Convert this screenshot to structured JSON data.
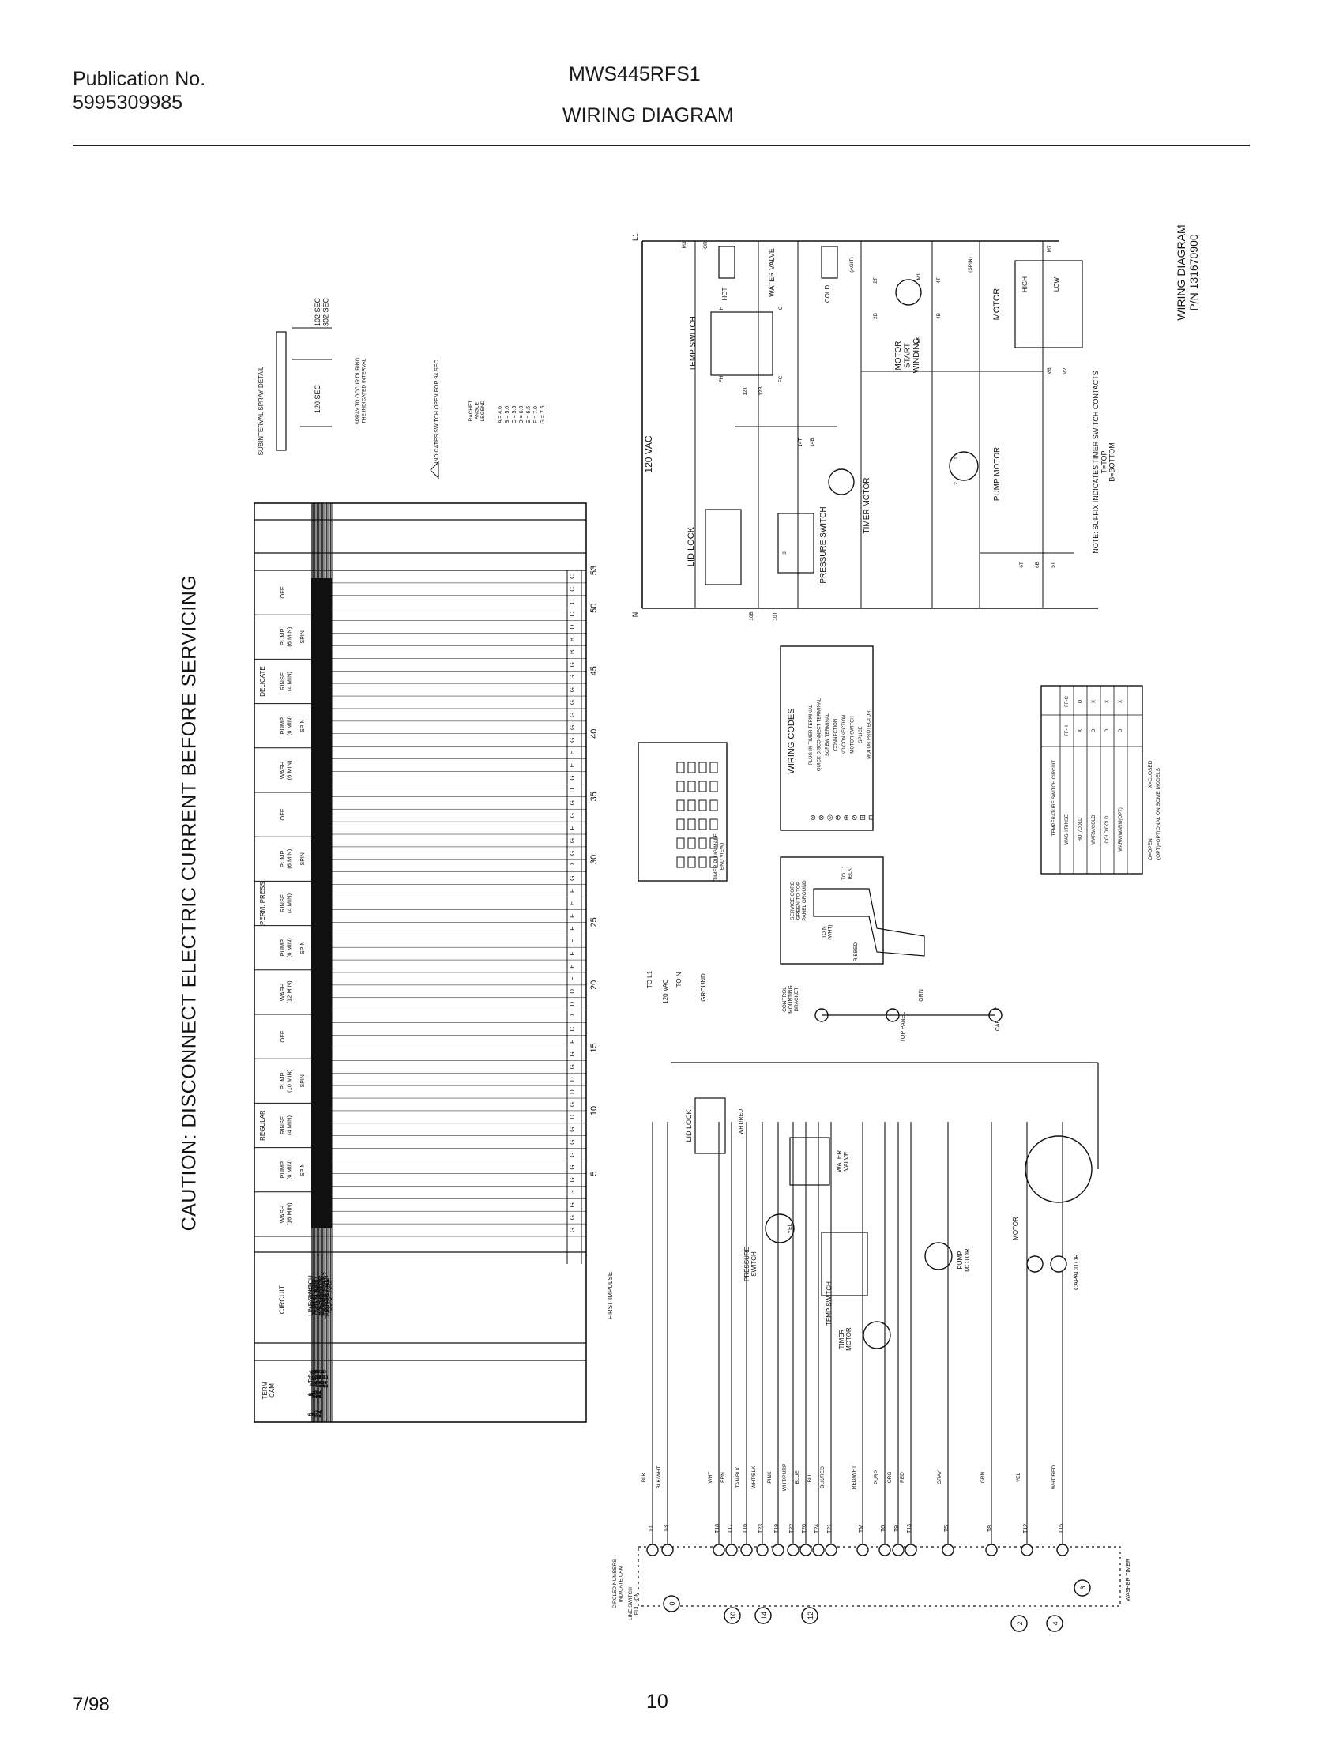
{
  "header": {
    "publication_label": "Publication No.",
    "publication_number": "5995309985",
    "model": "MWS445RFS1",
    "title": "WIRING DIAGRAM"
  },
  "caution": "CAUTION: DISCONNECT ELECTRIC CURRENT BEFORE SERVICING",
  "diagram_title": [
    "WIRING DIAGRAM",
    "P/N 131670900"
  ],
  "spray_detail": {
    "title": "SUBINTERVAL SPRAY DETAIL",
    "times": [
      "102 SEC",
      "302 SEC",
      "120 SEC"
    ],
    "note": [
      "SPRAY TO OCCUR DURING",
      "THE INDICATED INTERVAL"
    ]
  },
  "indicator_note": "INDICATES SWITCH OPEN FOR 94 SEC.",
  "ratchet": {
    "title": [
      "RACHET",
      "ANGLE",
      "LEGEND"
    ],
    "entries": [
      "A = 4.6",
      "B = 5.0",
      "C = 5.5",
      "D = 6.0",
      "E = 6.5",
      "F = 7.0",
      "G = 7.5"
    ]
  },
  "timer_chart": {
    "term_header": [
      "TERM",
      "CAM"
    ],
    "circuit_header": "CIRCUIT",
    "rows": [
      {
        "cam": "0",
        "term": "1",
        "terms": "T  3",
        "circuit": "LINE SWITCH"
      },
      {
        "cam": "2",
        "term": "5",
        "terms": "12 T  6",
        "circuit": "MASTER"
      },
      {
        "cam": "4",
        "term": "8",
        "terms": "6 B  6",
        "circuit": "SPIN DIR"
      },
      {
        "cam": "6",
        "term": "16",
        "terms": "12 T  6",
        "circuit": "AGITATE DIR"
      },
      {
        "cam": "8",
        "term": "16",
        "terms": "13 T  B",
        "circuit": "AGITATE DIR"
      },
      {
        "cam": "10",
        "term": "17",
        "terms": "12 B  6",
        "circuit": "SPIN DIR"
      },
      {
        "cam": "12",
        "term": "22",
        "terms": "15 B  T",
        "circuit": "PUMP"
      },
      {
        "cam": "14",
        "term": "23",
        "terms": "18 B  T",
        "circuit": "HIGH MOTOR"
      },
      {
        "cam": "",
        "term": "",
        "terms": "19 T  B",
        "circuit": "LOW MOTOR"
      },
      {
        "cam": "",
        "term": "",
        "terms": "24 B  T",
        "circuit": "P.S. BYPASS"
      },
      {
        "cam": "",
        "term": "",
        "terms": "22 T  B",
        "circuit": "LID SW BYPASS"
      },
      {
        "cam": "",
        "term": "",
        "terms": "24 B  T",
        "circuit": "WASH FILL"
      },
      {
        "cam": "",
        "term": "",
        "terms": "",
        "circuit": "RINSE FILL"
      },
      {
        "cam": "",
        "term": "",
        "terms": "",
        "circuit": "WATER TEMP."
      },
      {
        "cam": "",
        "term": "",
        "terms": "",
        "circuit": "SS SPRAY"
      }
    ],
    "cycles": [
      {
        "name": "REGULAR",
        "segments": [
          {
            "label": [
              "WASH",
              "(16 MIN)"
            ],
            "sub": ""
          },
          {
            "label": [
              "PUMP",
              "(6 MIN)"
            ],
            "sub": "SPIN"
          },
          {
            "label": [
              "RINSE",
              "(4 MIN)"
            ],
            "sub": ""
          },
          {
            "label": [
              "PUMP",
              "(10 MIN)"
            ],
            "sub": "SPIN"
          },
          {
            "label": [
              "OFF"
            ],
            "sub": ""
          }
        ]
      },
      {
        "name": "PERM. PRESS",
        "segments": [
          {
            "label": [
              "WASH",
              "(12 MIN)"
            ],
            "sub": ""
          },
          {
            "label": [
              "PUMP",
              "(6 MIN)"
            ],
            "sub": "SPIN"
          },
          {
            "label": [
              "RINSE",
              "(4 MIN)"
            ],
            "sub": ""
          },
          {
            "label": [
              "PUMP",
              "(6 MIN)"
            ],
            "sub": "SPIN"
          },
          {
            "label": [
              "OFF"
            ],
            "sub": ""
          }
        ]
      },
      {
        "name": "DELICATE",
        "segments": [
          {
            "label": [
              "WASH",
              "(6 MIN)"
            ],
            "sub": ""
          },
          {
            "label": [
              "PUMP",
              "(6 MIN)"
            ],
            "sub": "SPIN"
          },
          {
            "label": [
              "RINSE",
              "(4 MIN)"
            ],
            "sub": ""
          },
          {
            "label": [
              "PUMP",
              "(6 MIN)"
            ],
            "sub": "SPIN"
          },
          {
            "label": [
              "OFF"
            ],
            "sub": ""
          }
        ]
      }
    ],
    "ratchet_letters": "G G G G G G G G G D G D D G G F C D D D F E F F F F E F G D G G F G G D G E E G G G G G G G B B D C C C C",
    "step_numbers": [
      "5",
      "10",
      "15",
      "20",
      "25",
      "30",
      "35",
      "40",
      "45",
      "50",
      "53"
    ],
    "first_impulse": "FIRST IMPULSE"
  },
  "schematic": {
    "supply": [
      "L1",
      "N",
      "120 VAC"
    ],
    "components": [
      "TEMP SWITCH",
      "WATER VALVE",
      "HOT",
      "COLD",
      "LID LOCK",
      "PRESSURE SWITCH",
      "TIMER MOTOR",
      "PUMP MOTOR",
      "MOTOR START WINDING",
      "MOTOR",
      "HIGH",
      "LOW"
    ],
    "terminals": [
      "M3",
      "M1",
      "M5",
      "M7",
      "M6",
      "M2",
      "10B",
      "10T",
      "12T",
      "12B",
      "14T",
      "14B",
      "6T",
      "6B",
      "5T",
      "2T",
      "2B",
      "4T",
      "4B",
      "H",
      "C",
      "FH",
      "FC",
      "(AGIT)",
      "(SPIN)",
      "OR",
      "1",
      "2",
      "3"
    ],
    "note": [
      "NOTE: SUFFIX INDICATES TIMER SWITCH CONTACTS",
      "T=TOP",
      "B=BOTTOM"
    ]
  },
  "plug": {
    "label": [
      "TIMER PLUG-MALE",
      "(END VIEW)"
    ]
  },
  "wiring_codes": {
    "title": "WIRING CODES",
    "items": [
      "PLUG-IN TIMER TERMINAL",
      "QUICK DISCONNECT TERMINAL",
      "SCREW TERMINAL",
      "CONNECTION",
      "NO CONNECTION",
      "MOTOR SWITCH",
      "SPLICE",
      "MOTOR PROTECTOR"
    ]
  },
  "service_cord": {
    "label": [
      "SERVICE CORD",
      "GREEN TO TOP",
      "PANEL GROUND"
    ],
    "to_l1": [
      "TO L1",
      "(BLK)"
    ],
    "to_n": [
      "TO N",
      "(WHT)"
    ],
    "ribbed": "RIBBED"
  },
  "temp_table": {
    "title": "TEMPERATURE SWITCH CIRCUIT",
    "columns": [
      "WASH/RINSE",
      "FF-H",
      "FF-C"
    ],
    "rows": [
      [
        "HOT/COLD",
        "X",
        "O"
      ],
      [
        "WARM/COLD",
        "O",
        "X"
      ],
      [
        "COLD/COLD",
        "O",
        "X"
      ],
      [
        "WARM/WARM(OPT)",
        "O",
        "X"
      ]
    ],
    "legend": [
      "O=OPEN",
      "X=CLOSED",
      "(OPT)=OPTIONAL ON SOME MODELS"
    ]
  },
  "pictorial": {
    "supply": [
      "TO L1",
      "120 VAC",
      "TO N",
      "GROUND"
    ],
    "ground": [
      "CONTROL MOUNTING BRACKET",
      "TOP PANEL",
      "CABINET"
    ],
    "components": [
      "LID LOCK",
      "WATER VALVE",
      "PRESSURE SWITCH",
      "TEMP SWITCH",
      "TIMER MOTOR",
      "PUMP MOTOR",
      "MOTOR",
      "CAPACITOR",
      "WASHER TIMER",
      "LINE SWITCH PULL-ON",
      "CIRCLED NUMBERS INDICATE CAM"
    ],
    "wire_colors": [
      "BLK",
      "BLK/WHT",
      "WHT",
      "BRN",
      "TAN/BLK",
      "WHT/BLK",
      "PINK",
      "WHT/PURP",
      "BLUE",
      "BLU",
      "BLK/RED",
      "RED/WHT",
      "PURP",
      "ORG",
      "RED",
      "GRAY",
      "GRN",
      "YEL",
      "WHT/RED"
    ],
    "timer_terminals": [
      "T1",
      "T3",
      "T18",
      "T17",
      "T16",
      "T23",
      "T19",
      "T22",
      "T20",
      "T24",
      "T21",
      "TM",
      "T6",
      "T9",
      "T13",
      "T5",
      "T8",
      "T12",
      "T15"
    ],
    "cams": [
      "0",
      "10",
      "14",
      "12",
      "2",
      "4",
      "6"
    ]
  },
  "footer": {
    "date": "7/98",
    "page": "10"
  }
}
